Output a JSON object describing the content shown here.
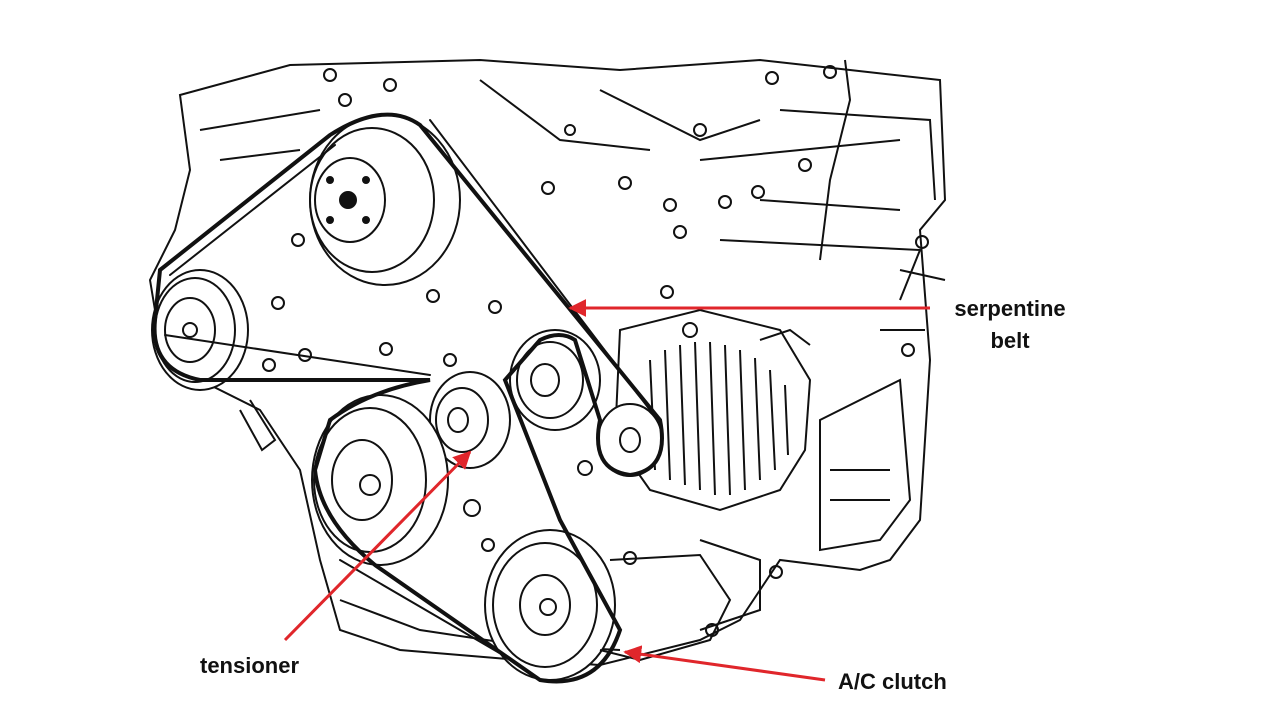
{
  "diagram": {
    "labels": {
      "serpentine_belt": "serpentine\nbelt",
      "tensioner": "tensioner",
      "ac_clutch": "A/C clutch"
    },
    "parts": [
      "pulley-top",
      "pulley-left",
      "idler-pulley",
      "tensioner-pulley",
      "alternator-pulley",
      "crankshaft-pulley",
      "ac-compressor-pulley",
      "serpentine-belt",
      "alternator"
    ]
  },
  "colors": {
    "line": "#111111",
    "arrow": "#e0262b",
    "background": "#ffffff"
  }
}
